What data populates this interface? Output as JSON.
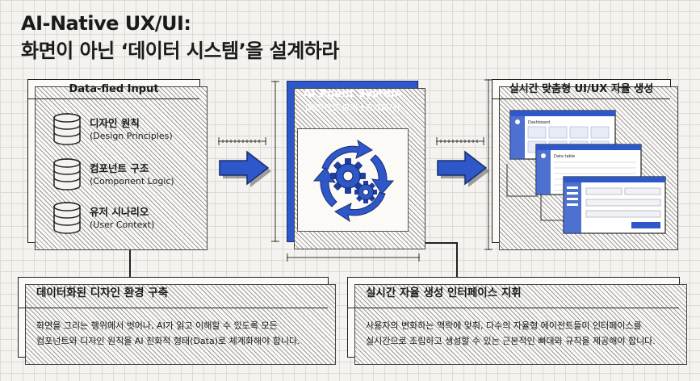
{
  "title": {
    "line1": "AI-Native UX/UI:",
    "line2": "화면이 아닌 ‘데이터 시스템’을 설계하라"
  },
  "input_card": {
    "header": "Data-fied Input",
    "items": [
      {
        "label": "디자인 원칙",
        "sub": "(Design Principles)"
      },
      {
        "label": "컴포넌트 구조",
        "sub": "(Component Logic)"
      },
      {
        "label": "유저 시나리오",
        "sub": "(User Context)"
      }
    ]
  },
  "agent_card": {
    "title": "AI Agent System",
    "subtitle": "(에이전트 오케스트레이션)"
  },
  "output_card": {
    "header": "실시간 맞춤형 UI/UX 자율 생성",
    "screens": {
      "screen1": "Dashboard",
      "screen2": "Data table"
    }
  },
  "bottom_left": {
    "heading": "데이터화된 디자인 환경 구축",
    "line1": "화면을 그리는 행위에서 벗어나, AI가 읽고 이해할 수 있도록 모든",
    "line2": "컴포넌트와 디자인 원칙을 AI 친화적 형태(Data)로 체계화해야 합니다."
  },
  "bottom_right": {
    "heading": "실시간 자율 생성 인터페이스 지휘",
    "line1": "사용자의 변화하는 맥락에 맞춰, 다수의 자율형 에이전트들이 인터페이스를",
    "line2": "실시간으로 조립하고 생성할 수 있는 근본적인 뼈대와 규칙을 제공해야 합니다."
  },
  "colors": {
    "accent_blue": "#2e57c9",
    "dark_blue": "#1a2d6e",
    "ink": "#1a1a1a"
  },
  "icons": [
    "database-icon",
    "right-arrow-icon",
    "gear-icon",
    "cycle-arrow-icon",
    "ui-screen-icon"
  ]
}
